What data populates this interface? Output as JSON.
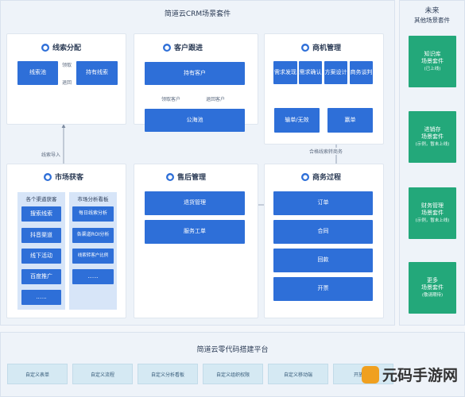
{
  "suite_title": "简道云CRM场景套件",
  "future": {
    "title_line1": "未来",
    "title_line2": "其他场景套件"
  },
  "leads": {
    "title": "线索分配",
    "pool": "线索池",
    "assign": "领取",
    "return": "退回",
    "held": "持有线索"
  },
  "customers": {
    "title": "客户跟进",
    "held": "持有客户",
    "claim": "领取客户",
    "return": "退回客户",
    "pool": "公海池"
  },
  "opps": {
    "title": "商机管理",
    "stages": [
      "需求发现",
      "需求确认",
      "方案设计",
      "商务谈判"
    ],
    "lost": "输单/无效",
    "won": "赢单"
  },
  "flow": {
    "lead_import": "线索导入",
    "opp_convert": "合格线索转商务"
  },
  "market": {
    "title": "市场获客",
    "channels_title": "各个渠道获客",
    "channels": [
      "搜索线索",
      "抖音渠道",
      "线下活动",
      "百度推广",
      "......"
    ],
    "analysis_title": "市场分析看板",
    "analysis": [
      "每日线索分析",
      "各渠道ROI分析",
      "线索转客户比例",
      "......"
    ]
  },
  "aftersales": {
    "title": "售后管理",
    "items": [
      "退货管理",
      "服务工单"
    ]
  },
  "business": {
    "title": "商务过程",
    "items": [
      "订单",
      "合同",
      "回款",
      "开票"
    ]
  },
  "suites": [
    {
      "line1": "知识库",
      "line2": "场景套件",
      "status": "(已上线)"
    },
    {
      "line1": "进销存",
      "line2": "场景套件",
      "status": "(示例，暂未上线)"
    },
    {
      "line1": "财务管理",
      "line2": "场景套件",
      "status": "(示例，暂未上线)"
    },
    {
      "line1": "更多",
      "line2": "场景套件",
      "status": "(敬请期待)"
    }
  ],
  "platform": {
    "title": "简道云零代码搭建平台",
    "items": [
      "自定义表单",
      "自定义流程",
      "自定义分析看板",
      "自定义组织权限",
      "自定义移动端",
      "开放平台"
    ]
  },
  "watermark": "元码手游网",
  "colors": {
    "blue": "#2e6fd8",
    "green": "#23a87a",
    "panel": "#ffffff",
    "frame": "#eef3f9",
    "platform_button": "#d5e9f3"
  }
}
